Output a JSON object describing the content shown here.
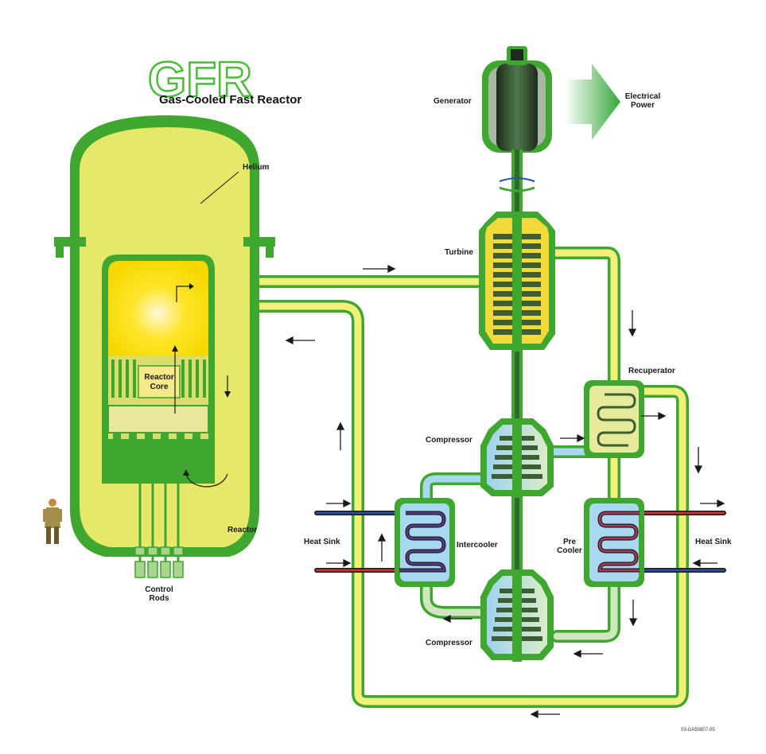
{
  "logo": {
    "acronym": "GFR",
    "title": "Gas-Cooled Fast Reactor"
  },
  "labels": {
    "generator": "Generator",
    "electrical_power": [
      "Electrical",
      "Power"
    ],
    "helium": "Helium",
    "turbine": "Turbine",
    "recuperator": "Recuperator",
    "compressor_top": "Compressor",
    "compressor_bottom": "Compressor",
    "reactor_core": [
      "Reactor",
      "Core"
    ],
    "reactor": "Reactor",
    "heat_sink_left": "Heat Sink",
    "heat_sink_right": "Heat Sink",
    "intercooler": "Intercooler",
    "precooler": [
      "Pre",
      "Cooler"
    ],
    "control_rods": [
      "Control",
      "Rods"
    ]
  },
  "doc_id": "03-GA50807-05",
  "colors": {
    "vessel_green": "#3fa62f",
    "helium_fill": "#e6e86a",
    "core_yellow": "#ffe21a",
    "pipe_fill": "#f0f07a",
    "cool_blue": "#a8d8f0",
    "generator_dark": "#2e3a2e",
    "arrow_green": "#3cb04a",
    "hot_red": "#d43030",
    "cold_blue": "#2a4fa8"
  }
}
